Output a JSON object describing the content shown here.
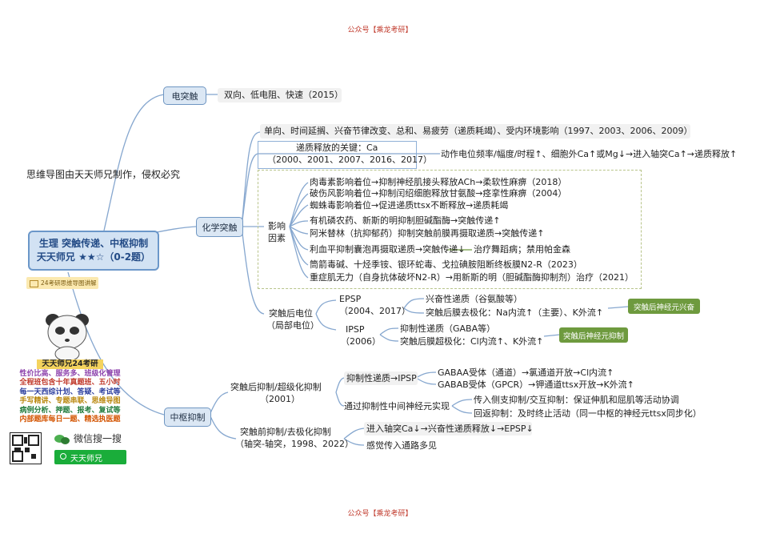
{
  "header_note": "公众号【乘龙考研】",
  "footer_note": "公众号【乘龙考研】",
  "copyright": "思维导图由天天师兄制作，侵权必究",
  "root": {
    "line1": "生理 突触传递、中枢抑制",
    "line2": "天天师兄 ★★☆（0-2题）"
  },
  "badge_label": "24考研思维导图讲解",
  "branches": {
    "electrical": {
      "label": "电突触",
      "detail": "双向、低电阻、快速（2015）"
    },
    "chemical": {
      "label": "化学突触",
      "properties": "单向、时间延搁、兴奋节律改变、总和、易疲劳（递质耗竭）、受内环境影响（1997、2003、2006、2009）",
      "release_key": {
        "line1": "递质释放的关键：Ca",
        "line2": "（2000、2001、2007、2016、2017）"
      },
      "release_detail": "动作电位频率/幅度/时程↑、细胞外Ca↑或Mg↓→进入轴突Ca↑→递质释放↑",
      "factors_label": {
        "line1": "影响",
        "line2": "因素"
      },
      "factors": [
        "肉毒素影响着位→抑制神经肌接头释放ACh→柔软性麻痹（2018）",
        "破伤风影响着位→抑制闰绍细胞释放甘氨酸→痉挛性麻痹（2004）",
        "蜘蛛毒影响着位→促进递质ttsx不断释放→递质耗竭",
        "有机磷农药、新斯的明抑制胆碱酯酶→突触传递↑",
        "阿米替林（抗抑郁药）抑制突触前膜再摄取递质→突触传递↑",
        "利血平抑制囊泡再摄取递质→突触传递↓",
        "筒箭毒碱、十烃季铵、银环蛇毒、戈拉碘胺阻断终板膜N2-R（2023）",
        "重症肌无力（自身抗体破坏N2-R）→用新斯的明（胆碱酯酶抑制剂）治疗（2021）"
      ],
      "reserpine_treat": "治疗舞蹈病；禁用帕金森",
      "postsynaptic_label": {
        "line1": "突触后电位",
        "line2": "（局部电位）"
      },
      "epsp": {
        "label": "EPSP",
        "years": "（2004、2017）",
        "line1": "兴奋性递质（谷氨酸等）",
        "line2": "突触后膜去极化：Na内流↑（主要）、K外流↑",
        "tag": "突触后神经元兴奋"
      },
      "ipsp": {
        "label": "IPSP",
        "years": "（2006）",
        "line1": "抑制性递质（GABA等）",
        "line2": "突触后膜超极化：Cl内流↑、K外流↑",
        "tag": "突触后神经元抑制"
      }
    },
    "central": {
      "label": "中枢抑制",
      "post": {
        "line1": "突触后抑制/超级化抑制",
        "line2": "（2001）",
        "ipsp_label": "抑制性递质→IPSP",
        "gabaa": "GABAA受体（通道）→氯通道开放→Cl内流↑",
        "gabab": "GABAB受体（GPCR）→钾通道ttsx开放→K外流↑",
        "inter_label": "通过抑制性中间神经元实现",
        "inter1": "传入侧支抑制/交互抑制：保证伸肌和屈肌等活动协调",
        "inter2": "回返抑制：及时终止活动（同一中枢的神经元ttsx同步化）"
      },
      "pre": {
        "line1": "突触前抑制/去极化抑制",
        "line2": "（轴突-轴突，1998、2022）",
        "detail1": "进入轴突Ca↓→兴奋性递质释放↓→EPSP↓",
        "detail2": "感觉传入通路多见"
      }
    }
  },
  "promo": {
    "title": "天天师兄24考研",
    "lines": [
      "性价比高、服务多、班级化管理",
      "全程班包含十年真题班、五小时",
      "每一天西综计划、答疑、考试等",
      "手写精讲、专题串联、思维导图",
      "病例分析、押题、报考、复试等",
      "内部题库每日一题、精选执医题"
    ],
    "line_colors": [
      "#8e44ad",
      "#c0392b",
      "#2c3e9e",
      "#b8860b",
      "#1f7a3a",
      "#d35400"
    ]
  },
  "wechat": {
    "search_label": "微信搜一搜",
    "account": "天天师兄"
  },
  "colors": {
    "branch_line": "#86a7cf",
    "accent_green": "#6e9a3e",
    "root_border": "#6b97c9"
  }
}
